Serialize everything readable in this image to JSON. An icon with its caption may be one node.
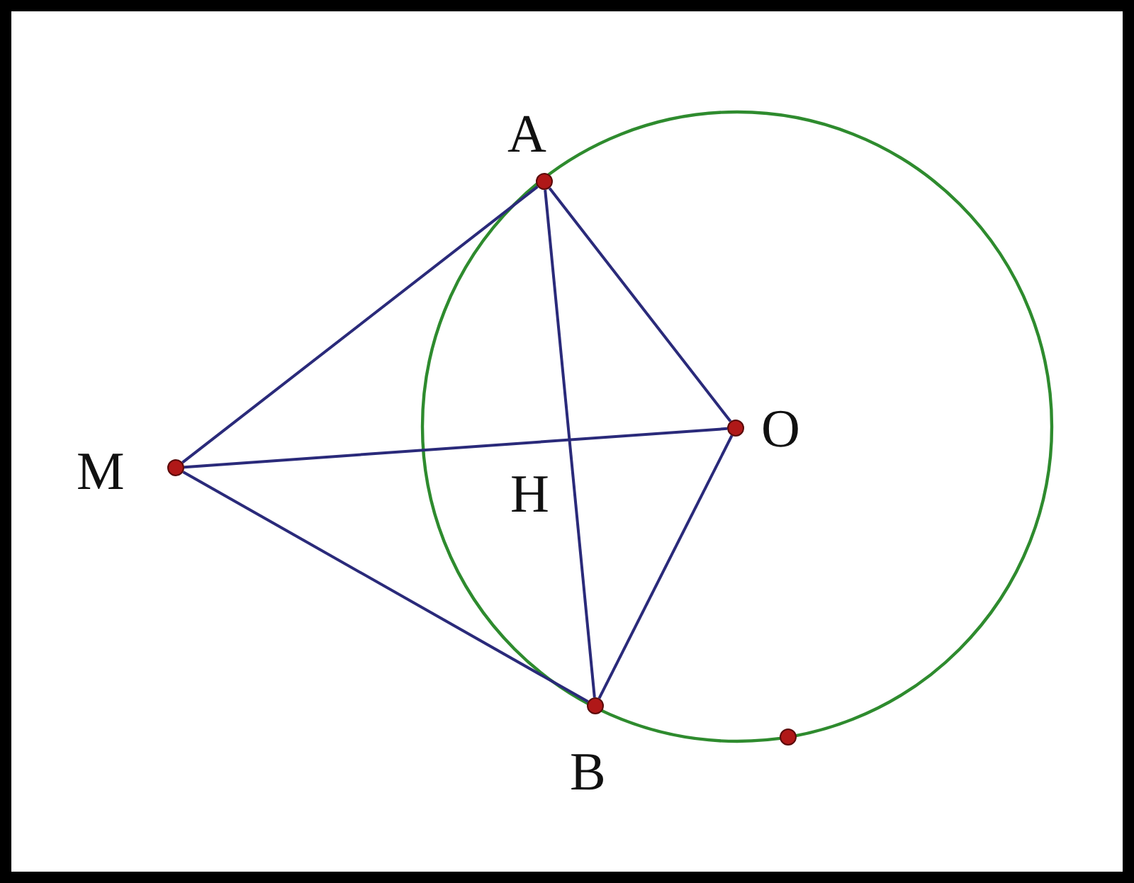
{
  "diagram": {
    "nodes": [
      {
        "text": [
          "A"
        ]
      },
      {
        "text": [
          "M"
        ]
      },
      {
        "text": [
          "O"
        ]
      },
      {
        "text": [
          "B"
        ]
      },
      {
        "text": [],
        "shape": "circle"
      }
    ],
    "edges": [
      {
        "from": 1,
        "to": 0,
        "arrow": "none"
      },
      {
        "from": 1,
        "to": 2,
        "arrow": "none"
      },
      {
        "from": 1,
        "to": 3,
        "arrow": "none"
      },
      {
        "from": 0,
        "to": 2,
        "arrow": "none"
      },
      {
        "from": 0,
        "to": 3,
        "arrow": "none"
      },
      {
        "from": 2,
        "to": 3,
        "arrow": "none"
      }
    ],
    "labels": [
      "H"
    ]
  }
}
